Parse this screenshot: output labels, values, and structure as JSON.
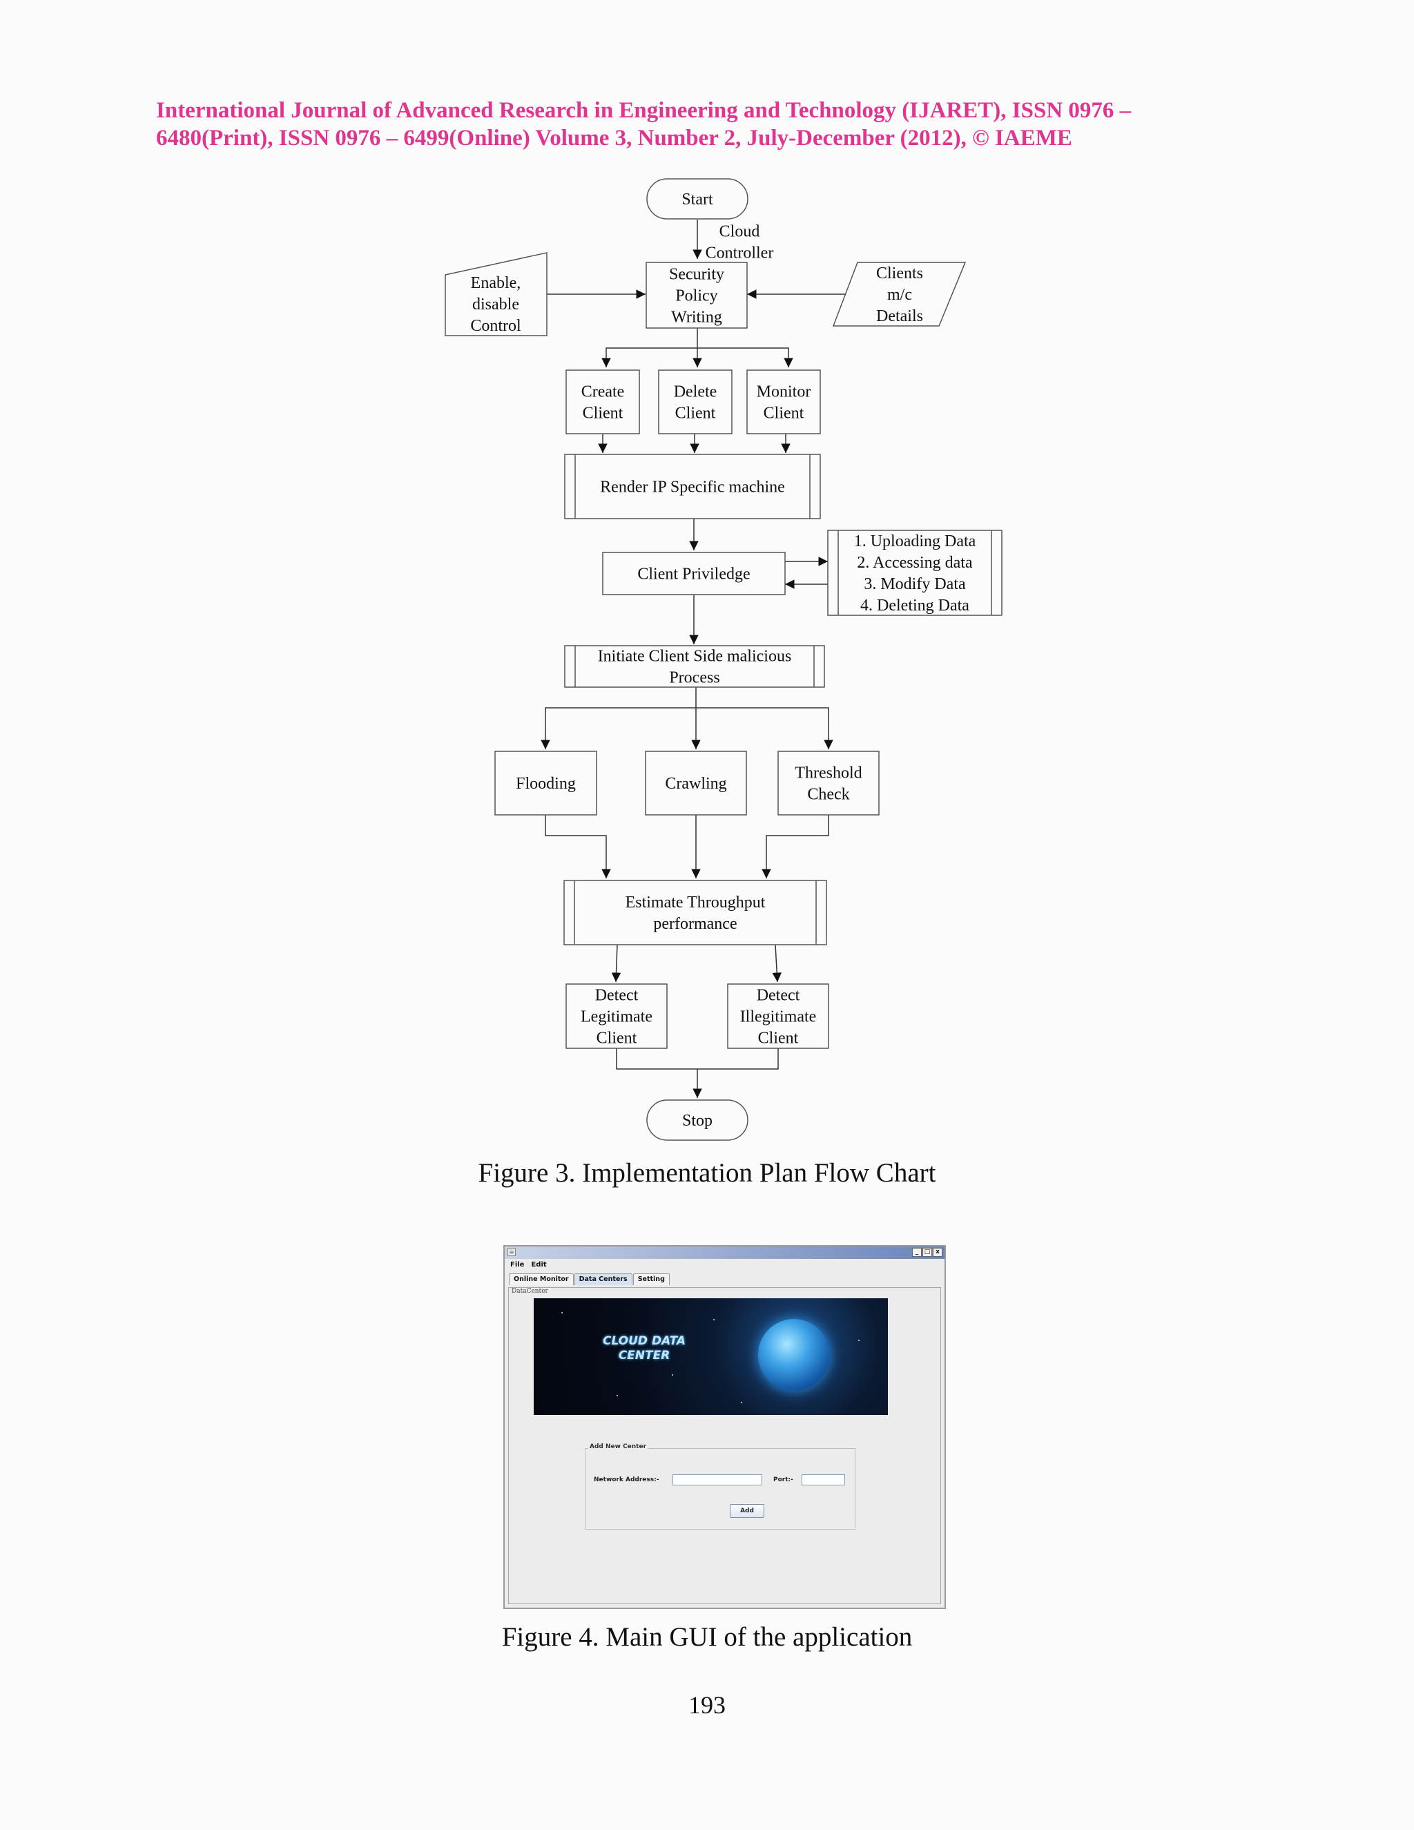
{
  "header": {
    "line1": "International Journal of Advanced Research in Engineering and Technology (IJARET), ISSN 0976 –",
    "line2": "6480(Print), ISSN 0976 – 6499(Online) Volume 3, Number 2, July-December (2012), © IAEME"
  },
  "flowchart": {
    "start": "Start",
    "cloud_controller": [
      "Cloud",
      "Controller"
    ],
    "security_policy": [
      "Security",
      "Policy",
      "Writing"
    ],
    "enable_control": [
      "Enable,",
      "disable",
      "Control"
    ],
    "clients_details": [
      "Clients",
      "m/c",
      "Details"
    ],
    "create_client": [
      "Create",
      "Client"
    ],
    "delete_client": [
      "Delete",
      "Client"
    ],
    "monitor_client": [
      "Monitor",
      "Client"
    ],
    "render_ip": "Render IP Specific machine",
    "client_privilege": "Client Priviledge",
    "privileges": [
      "1. Uploading Data",
      "2. Accessing data",
      "3. Modify Data",
      "4. Deleting Data"
    ],
    "initiate_process": [
      "Initiate Client Side malicious",
      "Process"
    ],
    "flooding": "Flooding",
    "crawling": "Crawling",
    "threshold_check": [
      "Threshold",
      "Check"
    ],
    "estimate_throughput": [
      "Estimate Throughput",
      "performance"
    ],
    "detect_legitimate": [
      "Detect",
      "Legitimate",
      "Client"
    ],
    "detect_illegitimate": [
      "Detect",
      "Illegitimate",
      "Client"
    ],
    "stop": "Stop"
  },
  "figure3_caption": "Figure 3. Implementation Plan Flow Chart",
  "app_window": {
    "window_buttons": [
      "_",
      "□",
      "x"
    ],
    "menu": {
      "file": "File",
      "edit": "Edit"
    },
    "tabs": [
      "Online Monitor",
      "Data Centers",
      "Setting"
    ],
    "active_tab": "Data Centers",
    "panel_title": "DataCenter",
    "banner_line1": "CLOUD DATA",
    "banner_line2": "CENTER",
    "form": {
      "legend": "Add New Center",
      "network_address_label": "Network Address:-",
      "network_address_value": "",
      "port_label": "Port:-",
      "port_value": "",
      "add_button": "Add"
    }
  },
  "figure4_caption": "Figure 4. Main GUI of the application",
  "page_number": "193"
}
